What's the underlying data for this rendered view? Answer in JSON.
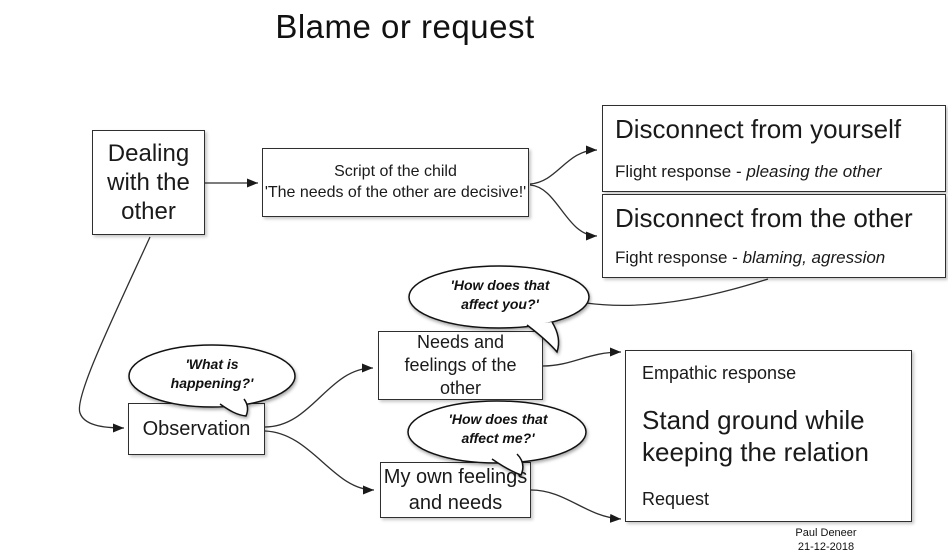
{
  "title": "Blame or request",
  "nodes": {
    "dealing": {
      "text": "Dealing with the other"
    },
    "script": {
      "line1": "Script of the child",
      "line2": "'The needs of the other are decisive!'"
    },
    "disconnect_yourself": {
      "title": "Disconnect from yourself",
      "subtitle_prefix": "Flight response - ",
      "subtitle_italic": "pleasing the other"
    },
    "disconnect_other": {
      "title": "Disconnect from the other",
      "subtitle_prefix": "Fight response - ",
      "subtitle_italic": "blaming, agression"
    },
    "needs_other": {
      "text": "Needs and feelings of the other"
    },
    "observation": {
      "text": "Observation"
    },
    "my_own": {
      "text": "My own feelings and needs"
    },
    "empathic": {
      "label_top": "Empathic response",
      "main": "Stand ground while keeping the relation",
      "label_bottom": "Request"
    }
  },
  "bubbles": {
    "affect_you": "'How does that affect you?'",
    "what_happening": "'What is happening?'",
    "affect_me": "'How does that affect me?'"
  },
  "footer": {
    "author": "Paul Deneer",
    "date": "21-12-2018"
  },
  "colors": {
    "stroke": "#2f2f2f",
    "background": "#ffffff",
    "text": "#1a1a1a"
  }
}
